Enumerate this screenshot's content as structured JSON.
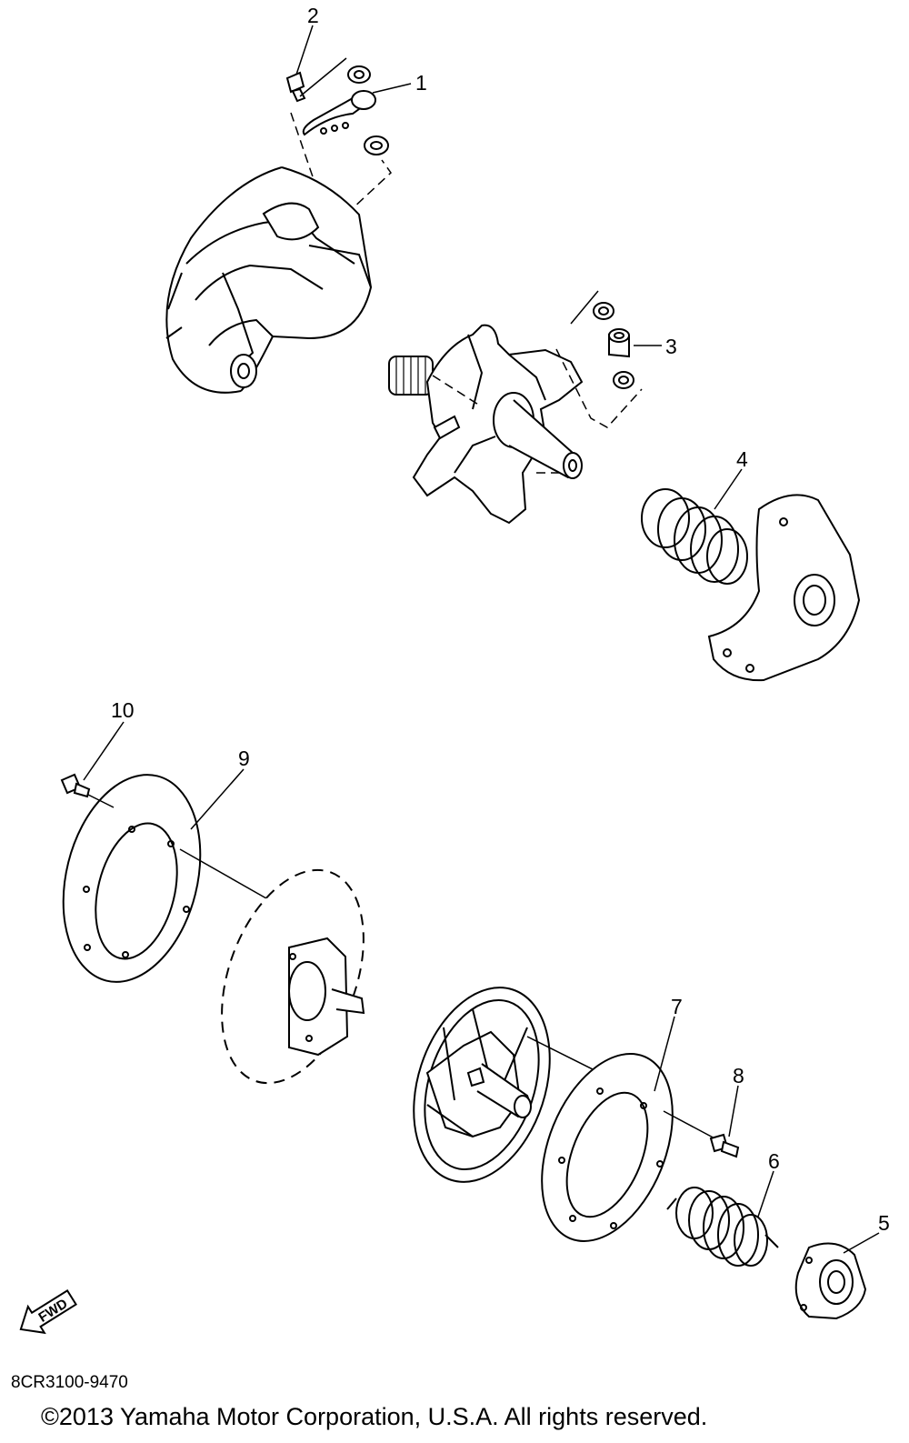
{
  "callouts": {
    "c1": "1",
    "c2": "2",
    "c3": "3",
    "c4": "4",
    "c5": "5",
    "c6": "6",
    "c7": "7",
    "c8": "8",
    "c9": "9",
    "c10": "10"
  },
  "fwd_label": "FWD",
  "diagram_code": "8CR3100-9470",
  "copyright": "©2013 Yamaha Motor Corporation, U.S.A. All rights reserved."
}
